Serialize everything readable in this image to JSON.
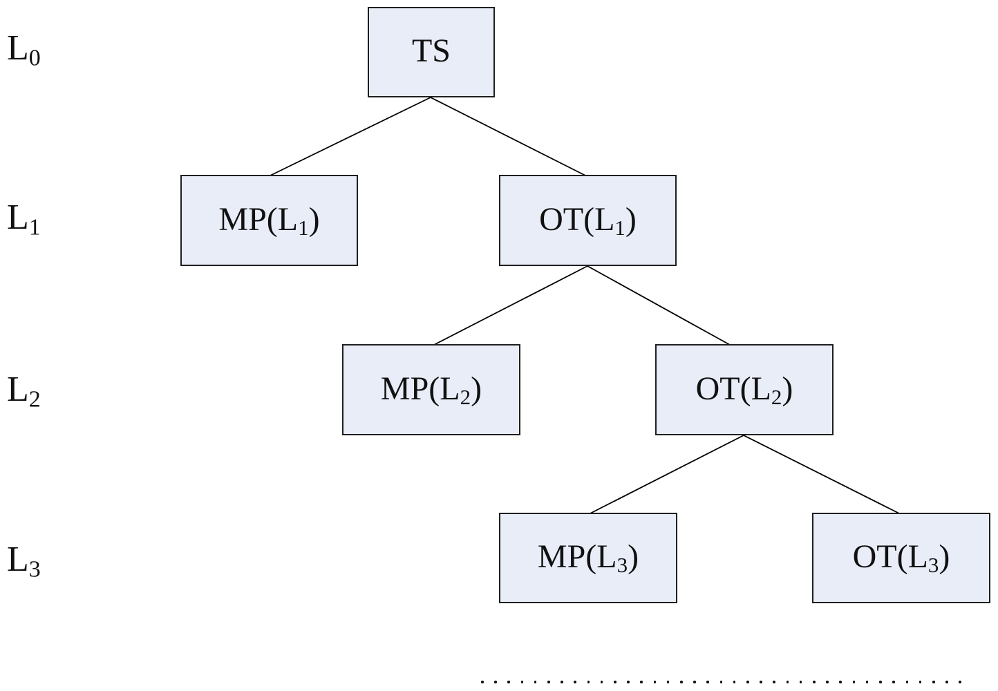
{
  "colors": {
    "background": "#ffffff",
    "node_fill": "#e8edf8",
    "node_border": "#1f1f1f",
    "connector": "#000000",
    "text": "#111111"
  },
  "row_labels": [
    {
      "main": "L",
      "sub": "0"
    },
    {
      "main": "L",
      "sub": "1"
    },
    {
      "main": "L",
      "sub": "2"
    },
    {
      "main": "L",
      "sub": "3"
    }
  ],
  "nodes": [
    {
      "id": "ts",
      "level": 0,
      "prefix": "TS",
      "sub": "",
      "suffix": ""
    },
    {
      "id": "mp-l1",
      "level": 1,
      "prefix": "MP(L",
      "sub": "1",
      "suffix": ")"
    },
    {
      "id": "ot-l1",
      "level": 1,
      "prefix": "OT(L",
      "sub": "1",
      "suffix": ")"
    },
    {
      "id": "mp-l2",
      "level": 2,
      "prefix": "MP(L",
      "sub": "2",
      "suffix": ")"
    },
    {
      "id": "ot-l2",
      "level": 2,
      "prefix": "OT(L",
      "sub": "2",
      "suffix": ")"
    },
    {
      "id": "mp-l3",
      "level": 3,
      "prefix": "MP(L",
      "sub": "3",
      "suffix": ")"
    },
    {
      "id": "ot-l3",
      "level": 3,
      "prefix": "OT(L",
      "sub": "3",
      "suffix": ")"
    }
  ],
  "edges": [
    {
      "from": "ts",
      "to": "mp-l1"
    },
    {
      "from": "ts",
      "to": "ot-l1"
    },
    {
      "from": "ot-l1",
      "to": "mp-l2"
    },
    {
      "from": "ot-l1",
      "to": "ot-l2"
    },
    {
      "from": "ot-l2",
      "to": "mp-l3"
    },
    {
      "from": "ot-l2",
      "to": "ot-l3"
    }
  ],
  "continuation": {
    "dot_count": 37
  }
}
